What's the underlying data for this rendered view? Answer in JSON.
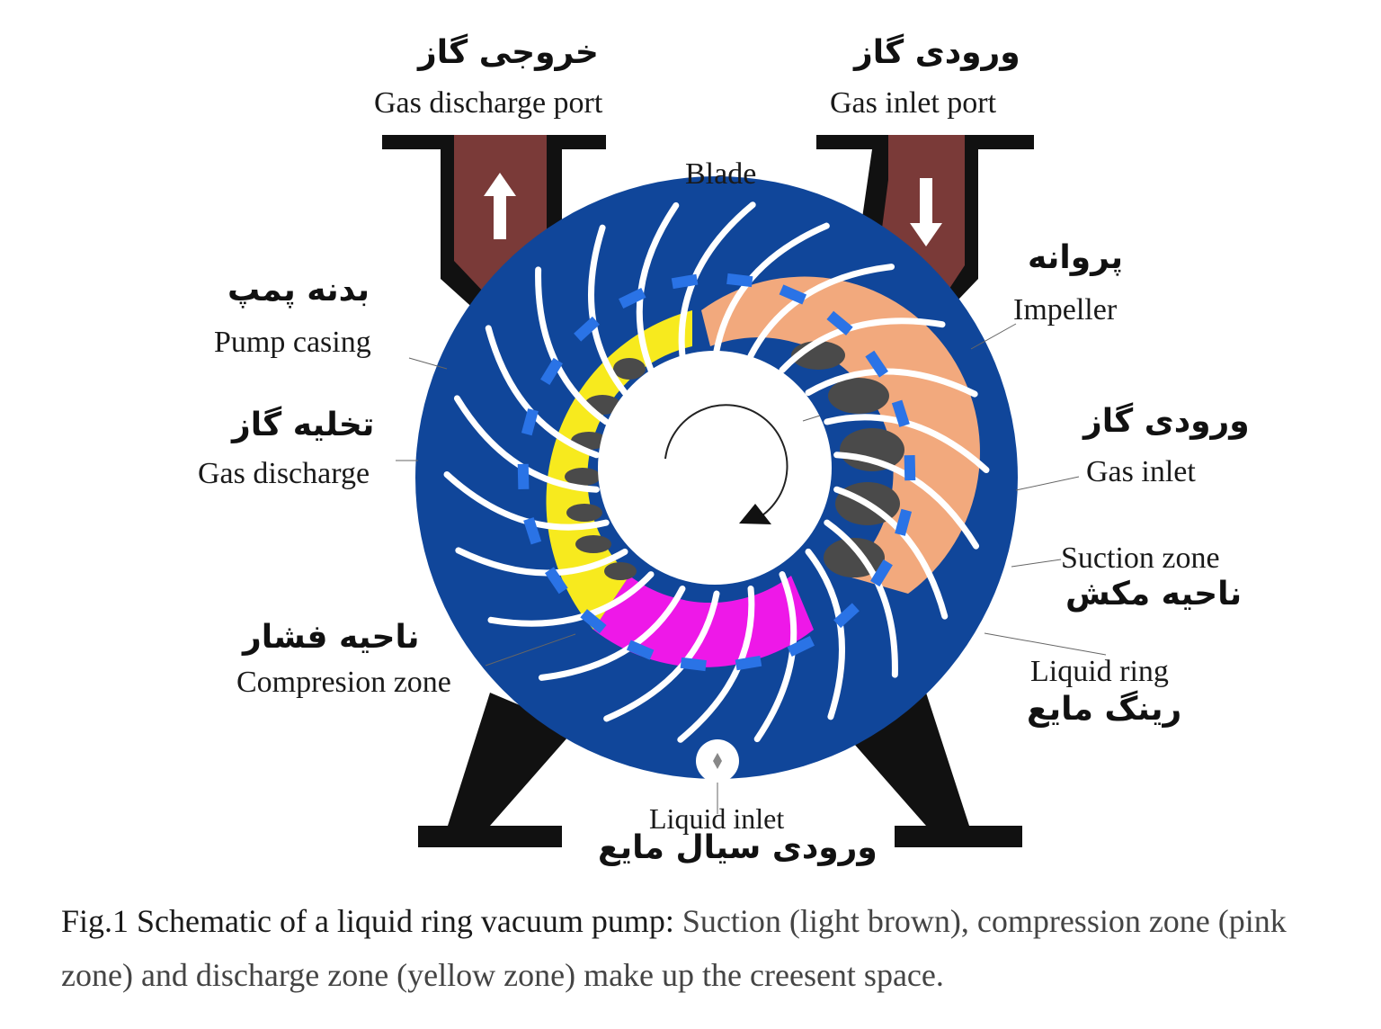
{
  "labels": {
    "discharge_port": {
      "fa": "خروجی گاز",
      "en": "Gas discharge port"
    },
    "inlet_port": {
      "fa": "ورودی گاز",
      "en": "Gas inlet port"
    },
    "blade": {
      "en": "Blade"
    },
    "impeller": {
      "fa": "پروانه",
      "en": "Impeller"
    },
    "pump_casing": {
      "fa": "بدنه پمپ",
      "en": "Pump casing"
    },
    "gas_discharge": {
      "fa": "تخلیه گاز",
      "en": "Gas discharge"
    },
    "gas_inlet": {
      "fa": "ورودی گاز",
      "en": "Gas inlet"
    },
    "suction_zone": {
      "fa": "ناحیه مکش",
      "en": "Suction zone"
    },
    "compression_zone": {
      "fa": "ناحیه فشار",
      "en": "Compresion zone"
    },
    "liquid_ring": {
      "fa": "رینگ مایع",
      "en": "Liquid ring"
    },
    "liquid_inlet": {
      "fa": "ورودی سیال مایع",
      "en": "Liquid inlet"
    }
  },
  "caption": {
    "lead": "Fig.1 Schematic of a liquid ring vacuum pump:",
    "rest": " Suction (light brown), compression zone (pink zone) and discharge zone (yellow zone) make up the creesent space."
  },
  "colors": {
    "casing": "#10469a",
    "port_fill": "#7a3a38",
    "frame": "#111111",
    "suction": "#f2a97d",
    "compression": "#ee18e8",
    "discharge": "#f7ea1e",
    "gas_pocket": "#4a4a4a",
    "blade": "#ffffff",
    "blade_tip": "#2a73e6"
  }
}
